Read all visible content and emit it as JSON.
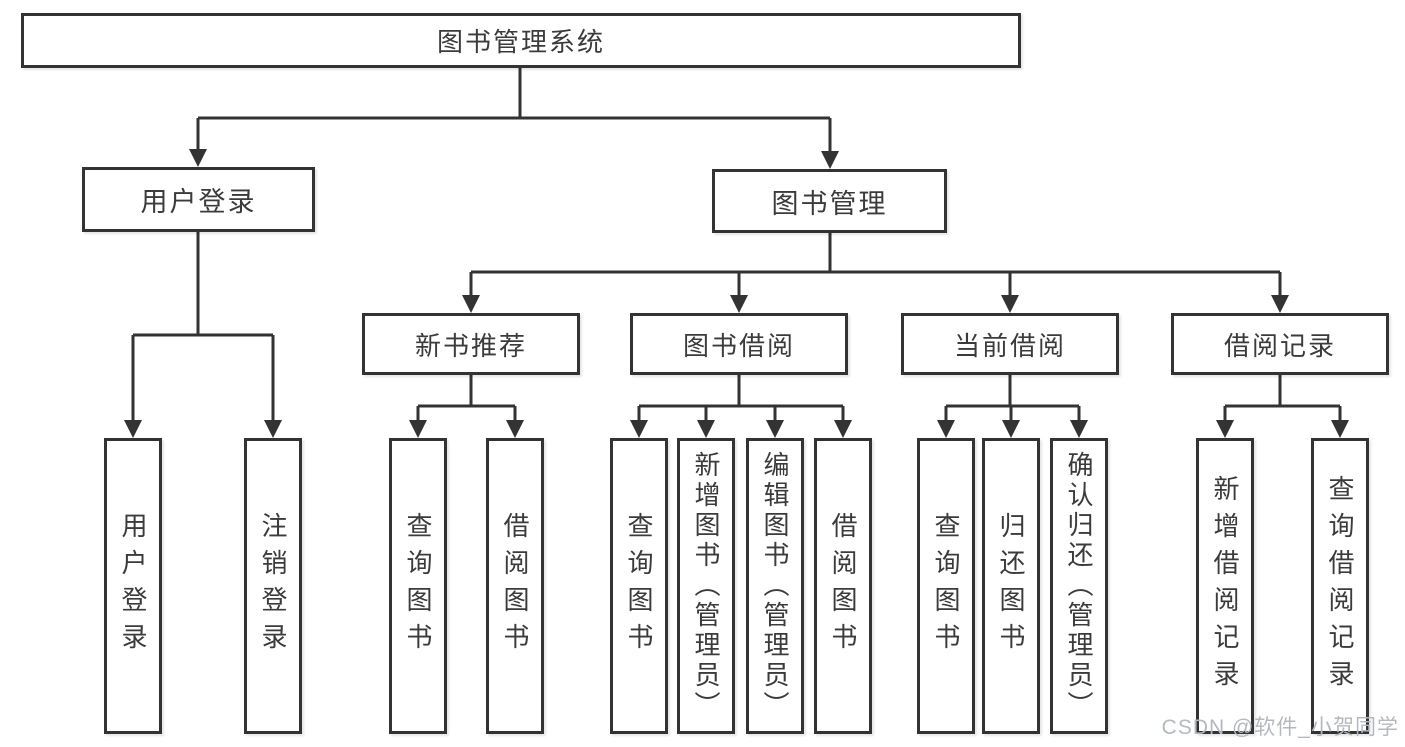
{
  "tree": {
    "root": "图书管理系统",
    "level2": [
      {
        "label": "用户登录",
        "children": [
          "用户登录",
          "注销登录"
        ]
      },
      {
        "label": "图书管理",
        "groups": [
          {
            "label": "新书推荐",
            "children": [
              "查询图书",
              "借阅图书"
            ]
          },
          {
            "label": "图书借阅",
            "children": [
              "查询图书",
              "新增图书（管理员）",
              "编辑图书（管理员）",
              "借阅图书"
            ]
          },
          {
            "label": "当前借阅",
            "children": [
              "查询图书",
              "归还图书",
              "确认归还（管理员）"
            ]
          },
          {
            "label": "借阅记录",
            "children": [
              "新增借阅记录",
              "查询借阅记录"
            ]
          }
        ]
      }
    ]
  },
  "watermark": {
    "text": "CSDN @软件_小贺同学"
  },
  "colors": {
    "line": "#333333",
    "text": "#3b3b3d",
    "box_fill": "#ffffff",
    "background": "#ffffff",
    "watermark": "#b5b9bf"
  }
}
